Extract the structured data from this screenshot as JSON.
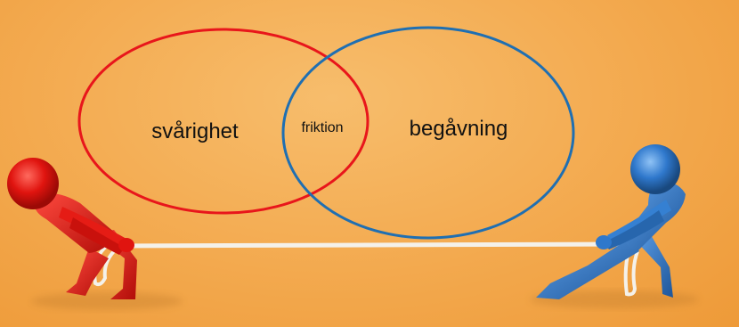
{
  "venn": {
    "left_label": "svårighet",
    "center_label": "friktion",
    "right_label": "begåvning",
    "left_color": "#e8161b",
    "right_color": "#1f6fb2"
  },
  "figures": {
    "left_color": "#e0140f",
    "right_color": "#2f78cc",
    "rope_color": "#f4f1ea"
  }
}
